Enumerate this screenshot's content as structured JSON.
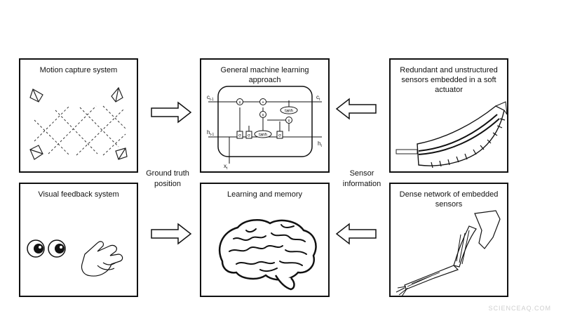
{
  "panels": {
    "motion_capture": {
      "title": "Motion capture system"
    },
    "ml_approach": {
      "title": "General machine learning approach"
    },
    "soft_actuator": {
      "title": "Redundant and unstructured sensors embedded in a soft actuator"
    },
    "visual_feedback": {
      "title": "Visual feedback system"
    },
    "learning_memory": {
      "title": "Learning and memory"
    },
    "dense_network": {
      "title": "Dense network of embedded sensors"
    }
  },
  "labels": {
    "ground_truth": [
      "Ground truth",
      "position"
    ],
    "sensor_info": [
      "Sensor",
      "information"
    ]
  },
  "lstm": {
    "c_prev": "c",
    "c_prev_sub": "t-1",
    "c_next": "c",
    "c_next_sub": "t",
    "h_prev": "h",
    "h_prev_sub": "t-1",
    "h_next": "h",
    "h_next_sub": "t",
    "x_in": "x",
    "x_in_sub": "t",
    "times": "x",
    "plus": "+",
    "sigma": "σ",
    "tanh": "tanh"
  },
  "watermark": "SCIENCEAQ.COM"
}
